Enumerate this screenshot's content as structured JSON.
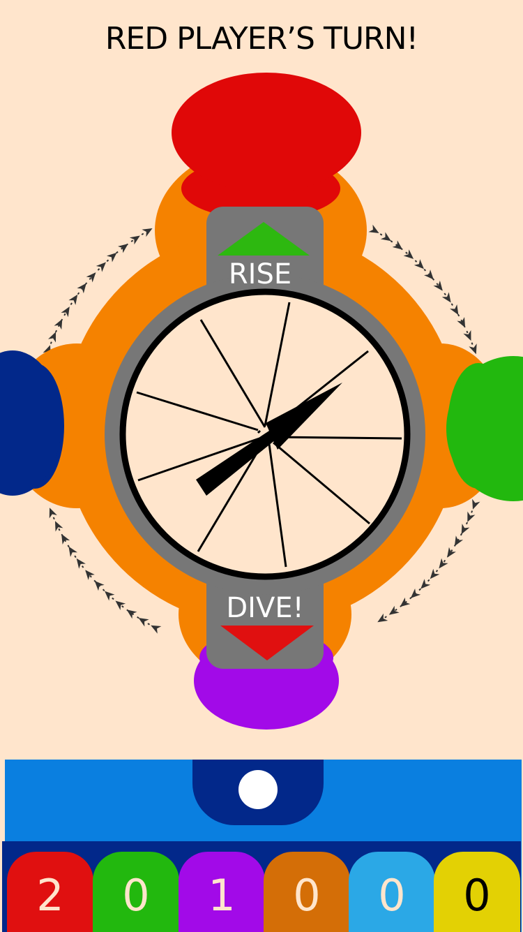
{
  "title": "RED PLAYER’S TURN!",
  "buttons": {
    "rise_label": "RISE",
    "dive_label": "DIVE!"
  },
  "players": [
    {
      "name": "red",
      "color": "#e00808"
    },
    {
      "name": "green",
      "color": "#22b80e"
    },
    {
      "name": "purple",
      "color": "#a20ae8"
    },
    {
      "name": "blue",
      "color": "#02288a"
    }
  ],
  "scores": [
    {
      "value": "2",
      "color": "#e01010",
      "text_color": "#ffe5cc"
    },
    {
      "value": "0",
      "color": "#22b80e",
      "text_color": "#ffe5cc"
    },
    {
      "value": "1",
      "color": "#a20ae8",
      "text_color": "#ffe5cc"
    },
    {
      "value": "0",
      "color": "#d46e07",
      "text_color": "#ffe5cc"
    },
    {
      "value": "0",
      "color": "#2ba8e6",
      "text_color": "#ffe5cc"
    },
    {
      "value": "0",
      "color": "#e3d104",
      "text_color": "#000000"
    }
  ],
  "colors": {
    "background": "#ffe5cc",
    "board_orange": "#f58200",
    "gray": "#777777",
    "rise_arrow": "#2db810",
    "dive_arrow": "#e01010",
    "panel_blue": "#0a7fe0",
    "navy": "#02288a"
  }
}
